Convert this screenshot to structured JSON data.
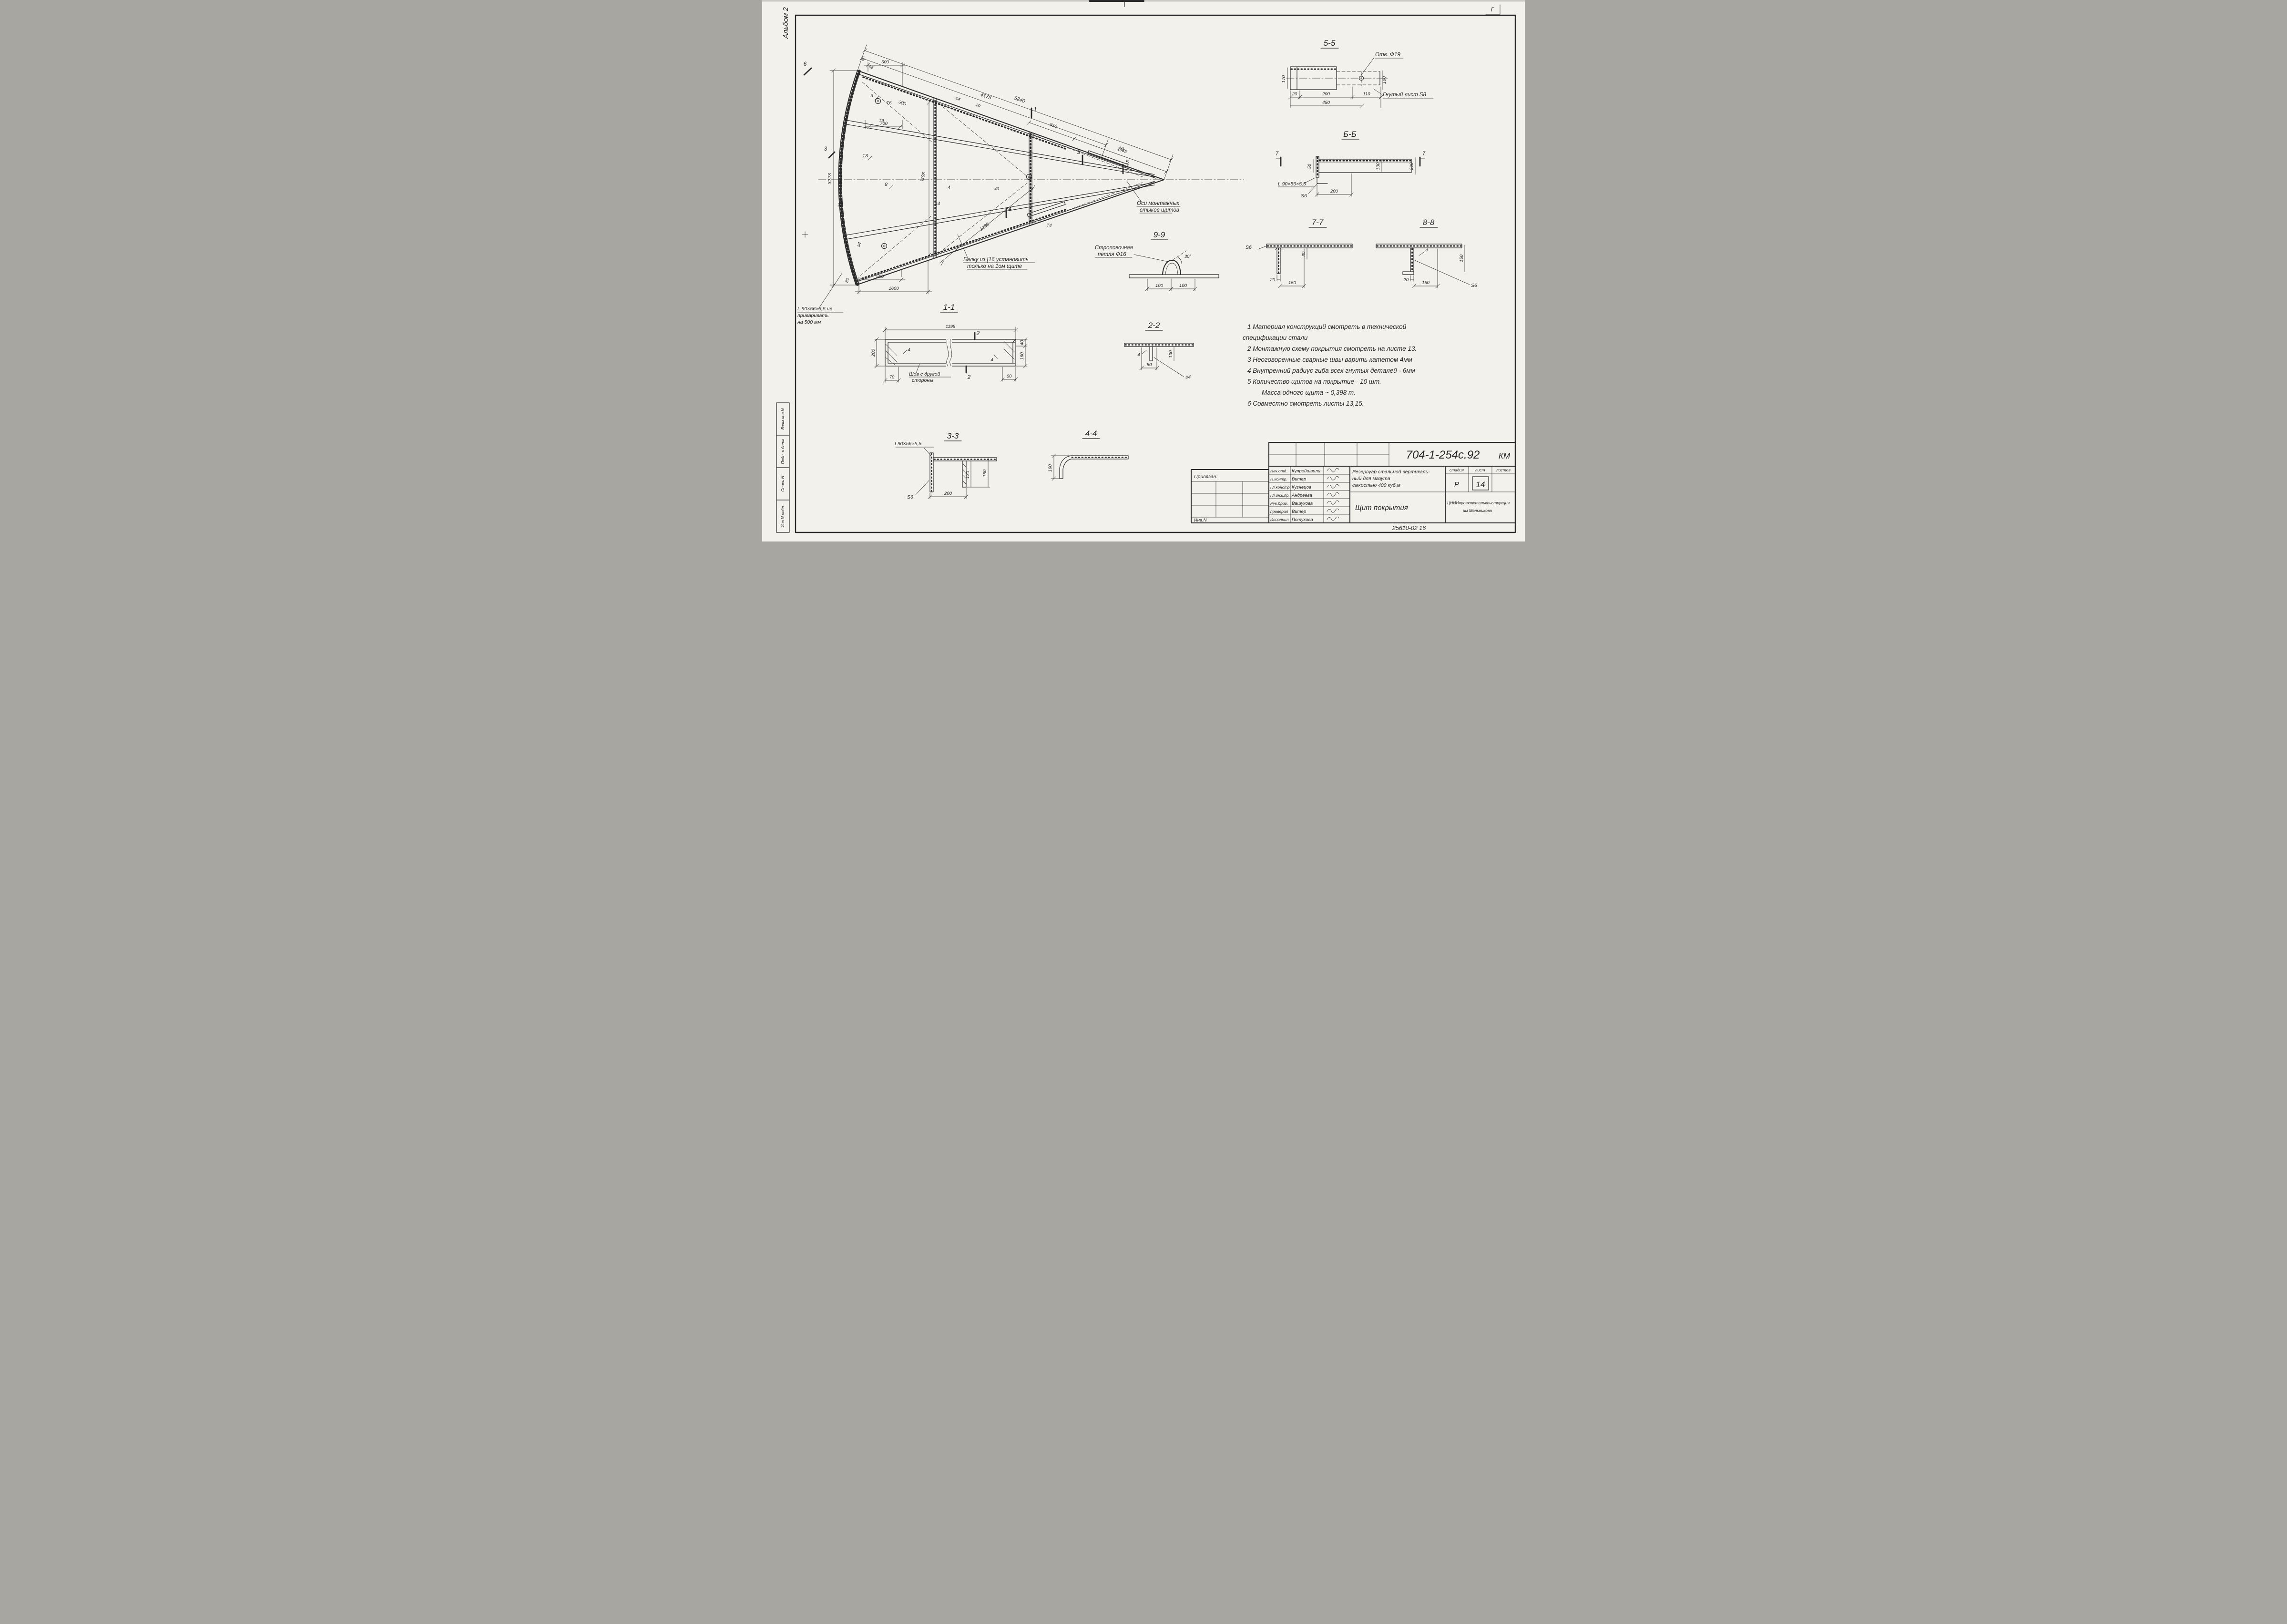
{
  "sheet": {
    "album": "Альбом 2",
    "corner": "Г",
    "archive": "25610-02   16"
  },
  "margin": {
    "stamps": [
      "Взам.инв.N",
      "Подп. и дата",
      "Опись N",
      "Инв.N подл."
    ]
  },
  "plan": {
    "dims": {
      "top500": "500",
      "d78": "78",
      "d56": "56",
      "d300": "300",
      "d5240": "5240",
      "d4175": "4175",
      "d700": "700",
      "d910": "910",
      "d1065": "1065",
      "d20": "20",
      "d50": "50",
      "d1195": "1195",
      "d1285": "1285",
      "d40": "40",
      "d3223": "3223",
      "d30": "30",
      "d80": "80",
      "bot500": "500",
      "d1600": "1600"
    },
    "marks": {
      "m9": "9",
      "t6": "Т6",
      "t9": "Т9",
      "m13": "13",
      "m8": "8",
      "s4a": "s4",
      "s4b": "s4",
      "s4c": "s4",
      "t4": "Т4",
      "m4": "4",
      "c1": "1",
      "c3": "3",
      "c4": "4",
      "c5a": "5",
      "c5b": "5",
      "c6": "6"
    },
    "ann": {
      "axes1": "Оси монтажных",
      "axes2": "стыков щитов",
      "beam1": "Балку из [16 установить",
      "beam2": "только на 1ом щите",
      "ang1": "L 90×56×5,5 не",
      "ang2": "приваривать",
      "ang3": "на 500 мм"
    }
  },
  "sections": {
    "s55": {
      "title": "5-5",
      "hole": "Отв. Ф19",
      "sheet": "Гнутый лист S8",
      "d170": "170",
      "d20": "20",
      "d200": "200",
      "d450": "450",
      "d110": "110",
      "d100": "100"
    },
    "sbb": {
      "title": "Б-Б",
      "cut": "7",
      "angle": "L 90×56×5,5",
      "s6": "S6",
      "d50": "50",
      "d130": "130",
      "d200v": "200",
      "d200h": "200"
    },
    "s77": {
      "title": "7-7",
      "s6": "S6",
      "d20": "20",
      "d150": "150",
      "d30": "30"
    },
    "s88": {
      "title": "8-8",
      "s6": "S6",
      "d20": "20",
      "d150a": "150",
      "d150b": "150",
      "w4": "4"
    },
    "s99": {
      "title": "9-9",
      "lab1": "Строповочная",
      "lab2": "петля Ф16",
      "d100a": "100",
      "d100b": "100",
      "ang": "30°"
    },
    "s11": {
      "title": "1-1",
      "cut": "2",
      "d1195": "1195",
      "d40": "40",
      "d200": "200",
      "d160": "160",
      "d70": "70",
      "d60": "60",
      "w4a": "4",
      "w4b": "4",
      "weld1": "Шов с другой",
      "weld2": "стороны"
    },
    "s22": {
      "title": "2-2",
      "d50": "50",
      "d100": "100",
      "w4": "4",
      "s4": "s4"
    },
    "s33": {
      "title": "3-3",
      "angle": "L90×56×5,5",
      "s6": "S6",
      "d200": "200",
      "d130": "130",
      "d160": "160"
    },
    "s44": {
      "title": "4-4",
      "d160": "160"
    }
  },
  "notes": {
    "lines": [
      "1   Материал  конструкций  смотреть  в  технической",
      "спецификации  стали",
      "2   Монтажную  схему  покрытия  смотреть  на  листе 13.",
      "3   Неоговоренные  сварные  швы  варить  катетом  4мм",
      "4   Внутренний  радиус  гиба  всех  гнутых  деталей - 6мм",
      "5   Количество  щитов  на  покрытие - 10 шт.",
      "Масса  одного  щита ~ 0,398 т.",
      "6   Совместно  смотреть  листы  13,15."
    ]
  },
  "titleblock": {
    "number": "704-1-254с.92",
    "km": "КМ",
    "attach": "Привязан:",
    "inv": "Инв.N",
    "rows": [
      {
        "role": "Нач.отд.",
        "name": "Купрейшвили"
      },
      {
        "role": "Н.контр.",
        "name": "Витер"
      },
      {
        "role": "Гл.констр.",
        "name": "Кузнецов"
      },
      {
        "role": "Гл.инж.пр.",
        "name": "Андреева"
      },
      {
        "role": "Рук.бриг.",
        "name": "Вашукова"
      },
      {
        "role": "проверил",
        "name": "Витер"
      },
      {
        "role": "Исполнил",
        "name": "Петухова"
      }
    ],
    "project": [
      "Резервуар стальной вертикаль-",
      "ный для мазута",
      "емкостью 400 куб.м"
    ],
    "stage_h": "стадия",
    "sheet_h": "лист",
    "sheets_h": "листов",
    "stage": "Р",
    "sheet_no": "14",
    "name": "Щит покрытия",
    "org1": "ЦНИИпроектстальконструкция",
    "org2": "им Мельникова"
  }
}
